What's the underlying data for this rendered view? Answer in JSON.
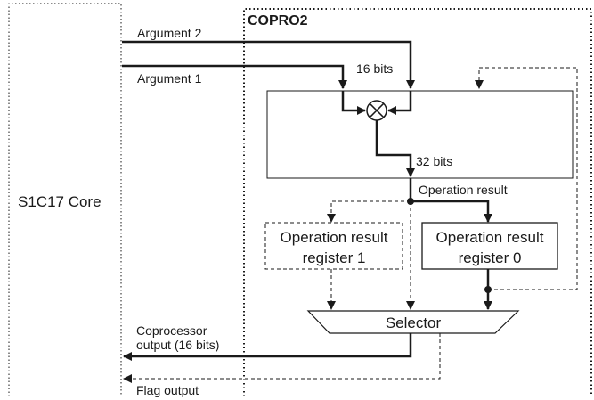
{
  "core": {
    "label": "S1C17 Core"
  },
  "copro": {
    "label": "COPRO2"
  },
  "inputs": {
    "argument2": "Argument 2",
    "argument1": "Argument 1",
    "width16": "16 bits",
    "width32": "32 bits"
  },
  "operation_result": "Operation result",
  "register1": {
    "line1": "Operation result",
    "line2": "register 1"
  },
  "register0": {
    "line1": "Operation result",
    "line2": "register 0"
  },
  "selector": {
    "label": "Selector"
  },
  "outputs": {
    "coprocessor_line1": "Coprocessor",
    "coprocessor_line2": "output (16 bits)",
    "flag": "Flag output"
  },
  "colors": {
    "ink": "#1a1a1a",
    "background": "#ffffff"
  }
}
